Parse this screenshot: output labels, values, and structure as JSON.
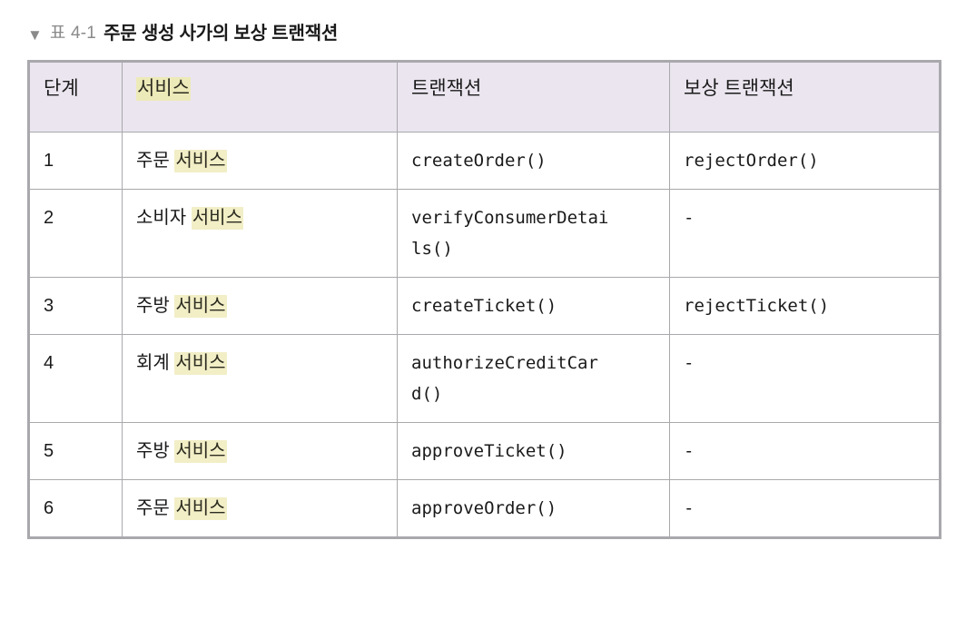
{
  "caption": {
    "marker": "▼",
    "number": "표 4-1",
    "title": "주문 생성 사가의 보상 트랜잭션"
  },
  "colors": {
    "header_background": "#ebe5ef",
    "highlight": "#f2eec6",
    "border": "#a9a9ad",
    "caption_number": "#8a8a8a",
    "text": "#1a1a1a",
    "page_background": "#ffffff"
  },
  "table": {
    "headers": [
      {
        "label": "단계",
        "highlighted": false
      },
      {
        "label": "서비스",
        "highlighted": true
      },
      {
        "label": "트랜잭션",
        "highlighted": false
      },
      {
        "label": "보상 트랜잭션",
        "highlighted": false
      }
    ],
    "rows": [
      {
        "step": "1",
        "service_prefix": "주문 ",
        "service_highlight": "서비스",
        "transaction_lines": [
          "createOrder()"
        ],
        "compensating_lines": [
          "rejectOrder()"
        ]
      },
      {
        "step": "2",
        "service_prefix": "소비자 ",
        "service_highlight": "서비스",
        "transaction_lines": [
          "verifyConsumerDetai",
          "ls()"
        ],
        "compensating_lines": [
          "-"
        ]
      },
      {
        "step": "3",
        "service_prefix": "주방 ",
        "service_highlight": "서비스",
        "transaction_lines": [
          "createTicket()"
        ],
        "compensating_lines": [
          "rejectTicket()"
        ]
      },
      {
        "step": "4",
        "service_prefix": "회계 ",
        "service_highlight": "서비스",
        "transaction_lines": [
          "authorizeCreditCar",
          "d()"
        ],
        "compensating_lines": [
          "-"
        ]
      },
      {
        "step": "5",
        "service_prefix": "주방 ",
        "service_highlight": "서비스",
        "transaction_lines": [
          "approveTicket()"
        ],
        "compensating_lines": [
          "-"
        ]
      },
      {
        "step": "6",
        "service_prefix": "주문 ",
        "service_highlight": "서비스",
        "transaction_lines": [
          "approveOrder()"
        ],
        "compensating_lines": [
          "-"
        ]
      }
    ]
  }
}
